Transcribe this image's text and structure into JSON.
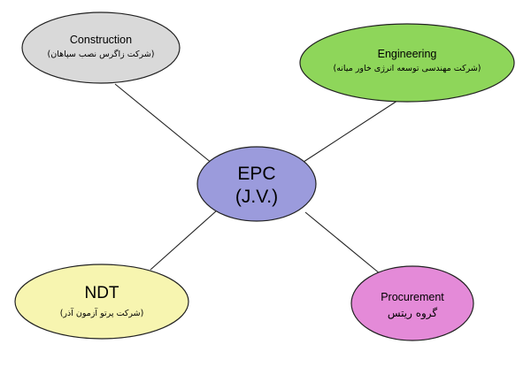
{
  "center": {
    "line1": "EPC",
    "line2": "(J.V.)",
    "fill": "#9b9bdc"
  },
  "nodes": {
    "construction": {
      "title": "Construction",
      "subtitle": "(شرکت زاگرس نصب سپاهان)",
      "fill": "#d9d9d9"
    },
    "engineering": {
      "title": "Engineering",
      "subtitle": "(شرکت مهندسی توسعه انرژی خاور میانه)",
      "fill": "#8ed65a"
    },
    "ndt": {
      "title": "NDT",
      "subtitle": "(شرکت پرتو آزمون آذر)",
      "fill": "#f7f5b0"
    },
    "procurement": {
      "title": "Procurement",
      "subtitle": "گروه ریتس",
      "fill": "#e48ad8"
    }
  },
  "edges": [
    {
      "from": "center",
      "to": "construction"
    },
    {
      "from": "center",
      "to": "engineering"
    },
    {
      "from": "center",
      "to": "ndt"
    },
    {
      "from": "center",
      "to": "procurement"
    }
  ]
}
